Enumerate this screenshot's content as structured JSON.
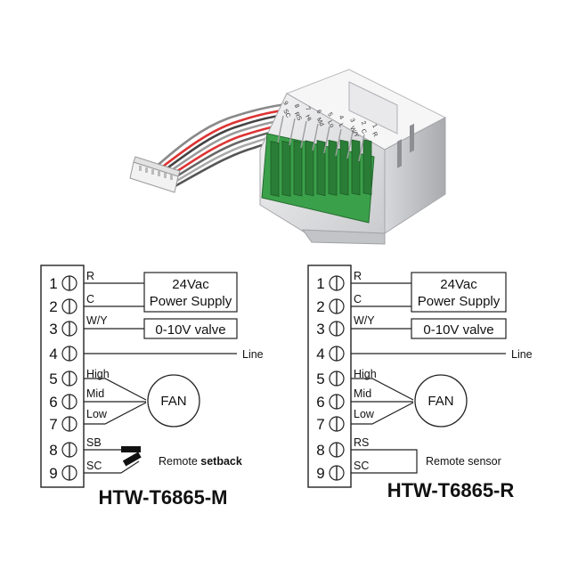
{
  "module": {
    "pin_labels": [
      "SC",
      "RS",
      "Hi",
      "Md",
      "Lo",
      "L",
      "W/Y",
      "C",
      "R"
    ],
    "pin_numbers": [
      "9",
      "8",
      "7",
      "6",
      "5",
      "4",
      "3",
      "2",
      "1"
    ]
  },
  "diagrams": [
    {
      "title": "HTW-T6865-M",
      "terminals": [
        "1",
        "2",
        "3",
        "4",
        "5",
        "6",
        "7",
        "8",
        "9"
      ],
      "wires": [
        "R",
        "C",
        "W/Y",
        "High",
        "Mid",
        "Low",
        "SB",
        "SC"
      ],
      "power_box": [
        "24Vac",
        "Power Supply"
      ],
      "valve_box": "0-10V valve",
      "line_label": "Line",
      "fan_label": "FAN",
      "remote_label_plain": "Remote ",
      "remote_label_bold": "setback"
    },
    {
      "title": "HTW-T6865-R",
      "terminals": [
        "1",
        "2",
        "3",
        "4",
        "5",
        "6",
        "7",
        "8",
        "9"
      ],
      "wires": [
        "R",
        "C",
        "W/Y",
        "High",
        "Mid",
        "Low",
        "RS",
        "SC"
      ],
      "power_box": [
        "24Vac",
        "Power Supply"
      ],
      "valve_box": "0-10V valve",
      "line_label": "Line",
      "fan_label": "FAN",
      "remote_label": "Remote sensor"
    }
  ]
}
